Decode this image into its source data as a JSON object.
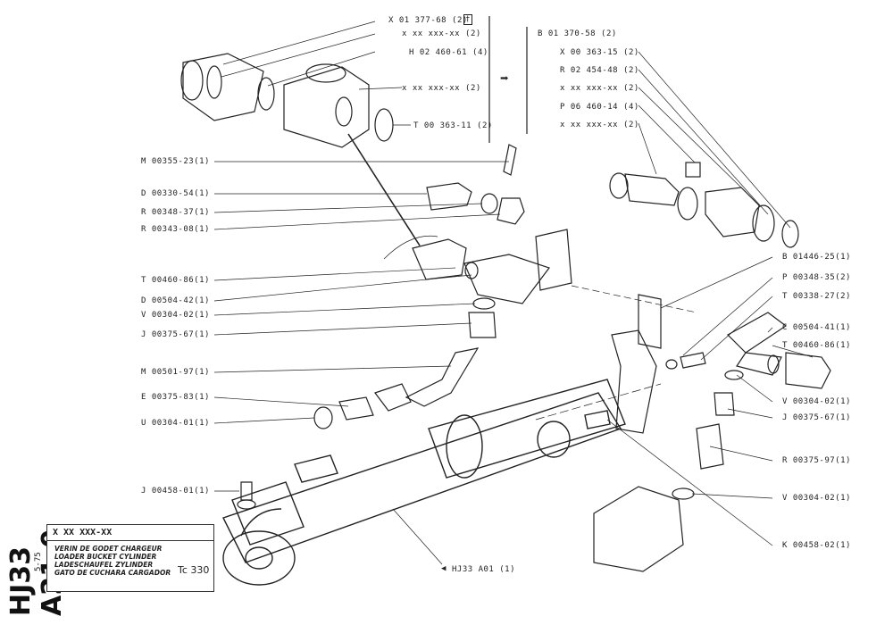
{
  "page": {
    "side_code": "HJ33 A21.0",
    "date": "5-75"
  },
  "title_block": {
    "ref": "X XX XXX-XX",
    "fr": "VERIN DE GODET CHARGEUR",
    "en": "LOADER BUCKET CYLINDER",
    "de": "LADESCHAUFEL ZYLINDER",
    "es": "GATO DE CUCHARA CARGADOR",
    "model": "Tc 330"
  },
  "labels_top_left": [
    "X 01 377-68 (2)",
    "x xx xxx-xx (2)",
    "H 02 460-61 (4)",
    "x xx xxx-xx (2)",
    "T 00 363-11 (2)"
  ],
  "labels_top_right": [
    "B 01 370-58 (2)",
    "X 00 363-15 (2)",
    "R 02 454-48 (2)",
    "x xx xxx-xx (2)",
    "P 06 460-14 (4)",
    "x xx xxx-xx (2)"
  ],
  "labels_left": [
    "M 00355-23(1)",
    "D 00330-54(1)",
    "R 00348-37(1)",
    "R 00343-08(1)",
    "T 00460-86(1)",
    "D 00504-42(1)",
    "V 00304-02(1)",
    "J 00375-67(1)",
    "M 00501-97(1)",
    "E 00375-83(1)",
    "U 00304-01(1)",
    "J 00458-01(1)"
  ],
  "labels_right": [
    "B 01446-25(1)",
    "P 00348-35(2)",
    "T 00338-27(2)",
    "C 00504-41(1)",
    "T 00460-86(1)",
    "V 00304-02(1)",
    "J 00375-67(1)",
    "R 00375-97(1)",
    "V 00304-02(1)",
    "K 00458-02(1)"
  ],
  "bottom_ref": "HJ33 A01 (1)"
}
